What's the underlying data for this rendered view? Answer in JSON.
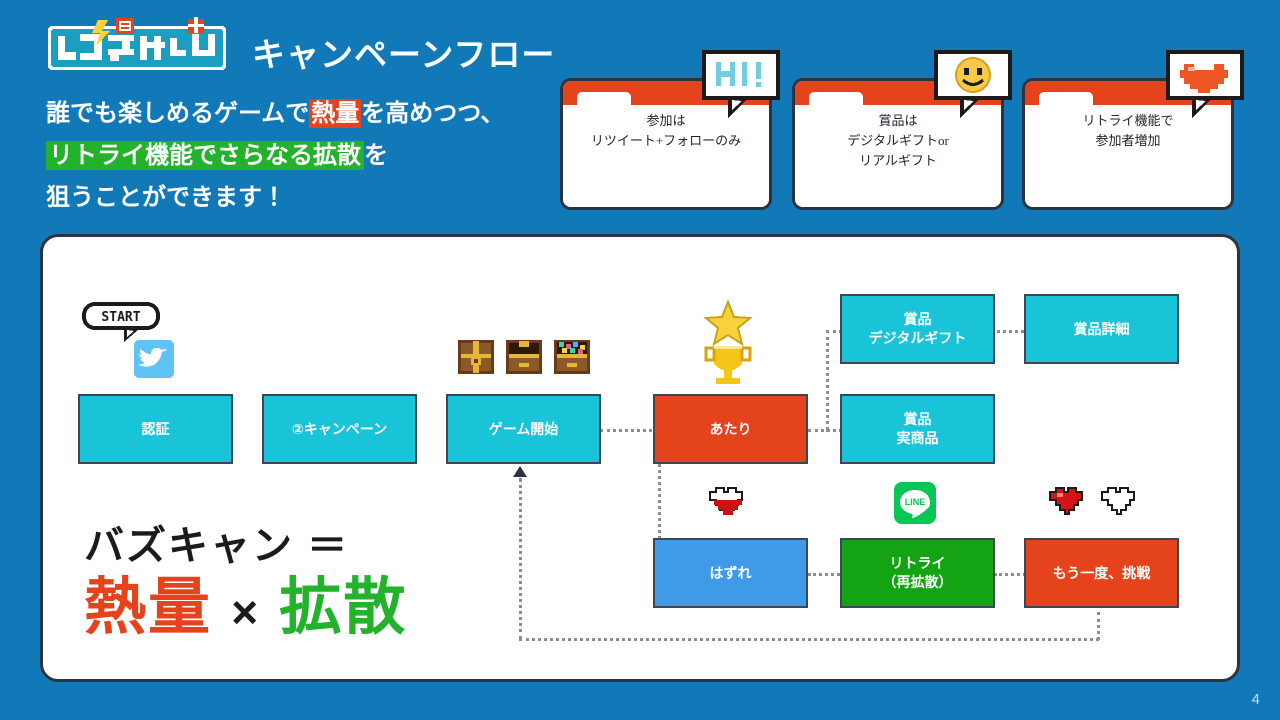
{
  "slide": {
    "page_number": "4",
    "background_color": "#1179b8"
  },
  "logo": {
    "text": "バズキャン",
    "name": "buzz-can-logo"
  },
  "header": {
    "title": "キャンペーンフロー"
  },
  "lead": {
    "line1_a": "誰でも楽しめるゲームで",
    "line1_highlight": "熱量",
    "line1_b": "を高めつつ、",
    "line2_highlight": "リトライ機能でさらなる拡散",
    "line2_b": "を",
    "line3": "狙うことができます！"
  },
  "cards": [
    {
      "icon": "hi-speech-bubble-icon",
      "icon_text": "HI!",
      "line1": "参加は",
      "line2": "リツイート+フォローのみ",
      "line3": ""
    },
    {
      "icon": "smiley-face-icon",
      "icon_text": "",
      "line1": "賞品は",
      "line2": "デジタルギフトor",
      "line3": "リアルギフト"
    },
    {
      "icon": "heart-icon",
      "icon_text": "",
      "line1": "リトライ機能で",
      "line2": "参加者増加",
      "line3": ""
    }
  ],
  "flow": {
    "start_bubble": "START",
    "twitter_icon": "twitter-bird-icon",
    "nodes": [
      {
        "id": "auth",
        "label": "認証",
        "color": "#19c3d8"
      },
      {
        "id": "campaign",
        "label": "②キャンペーン",
        "color": "#19c3d8"
      },
      {
        "id": "game",
        "label": "ゲーム開始",
        "color": "#19c3d8"
      },
      {
        "id": "win",
        "label": "あたり",
        "color": "#e4431c"
      },
      {
        "id": "digital",
        "label1": "賞品",
        "label2": "デジタルギフト",
        "color": "#19c3d8"
      },
      {
        "id": "real",
        "label1": "賞品",
        "label2": "実商品",
        "color": "#19c3d8"
      },
      {
        "id": "detail",
        "label": "賞品詳細",
        "color": "#19c3d8"
      },
      {
        "id": "lose",
        "label": "はずれ",
        "color": "#3f9ae8"
      },
      {
        "id": "retry",
        "label1": "リトライ",
        "label2": "（再拡散）",
        "color": "#13a313"
      },
      {
        "id": "again",
        "label": "もう一度、挑戦",
        "color": "#e4431c"
      }
    ],
    "icons": {
      "chests": "treasure-chest-icons",
      "trophy": "trophy-icon",
      "star": "star-icon",
      "broken_heart": "half-heart-icon",
      "line": "line-app-icon",
      "hearts": "two-hearts-icon"
    }
  },
  "equation": {
    "line1": "バズキャン ＝",
    "term1": "熱量",
    "operator": "×",
    "term2": "拡散",
    "term1_color": "#e4431c",
    "term2_color": "#22b22c"
  }
}
